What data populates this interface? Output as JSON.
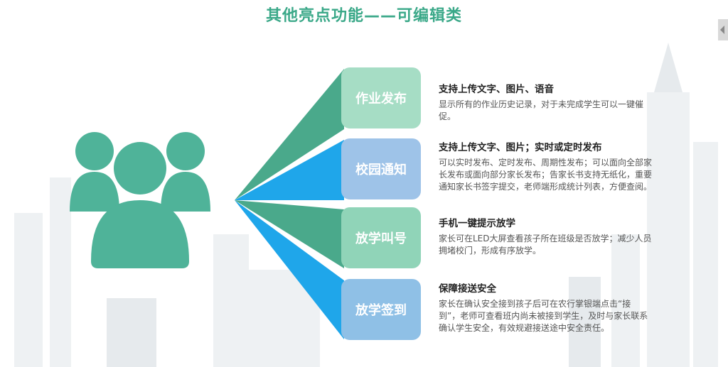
{
  "title": "其他亮点功能——可编辑类",
  "accent_colors": {
    "teal": "#3aa888",
    "teal_dark": "#48a98e",
    "blue": "#2aa8e8"
  },
  "features": [
    {
      "label": "作业发布",
      "heading": "支持上传文字、图片、语音",
      "text": "显示所有的作业历史记录，对于未完成学生可以一键催促。"
    },
    {
      "label": "校园通知",
      "heading": "支持上传文字、图片；实时或定时发布",
      "text": "可以实时发布、定时发布、周期性发布；可以面向全部家长发布或面向部分家长发布；告家长书支持无纸化，重要通知家长书签字提交，老师端形成统计列表，方便查阅。"
    },
    {
      "label": "放学叫号",
      "heading": "手机一键提示放学",
      "text": "家长可在LED大屏查看孩子所在班级是否放学；减少人员拥堵校门，形成有序放学。"
    },
    {
      "label": "放学签到",
      "heading": "保障接送安全",
      "text": "家长在确认安全接到孩子后可在农行掌银端点击“接到”，老师可查看班内尚未被接到学生，及时与家长联系确认学生安全，有效规避接送途中安全责任。"
    }
  ],
  "icons": [
    "users-icon",
    "collapse-arrow-icon"
  ]
}
